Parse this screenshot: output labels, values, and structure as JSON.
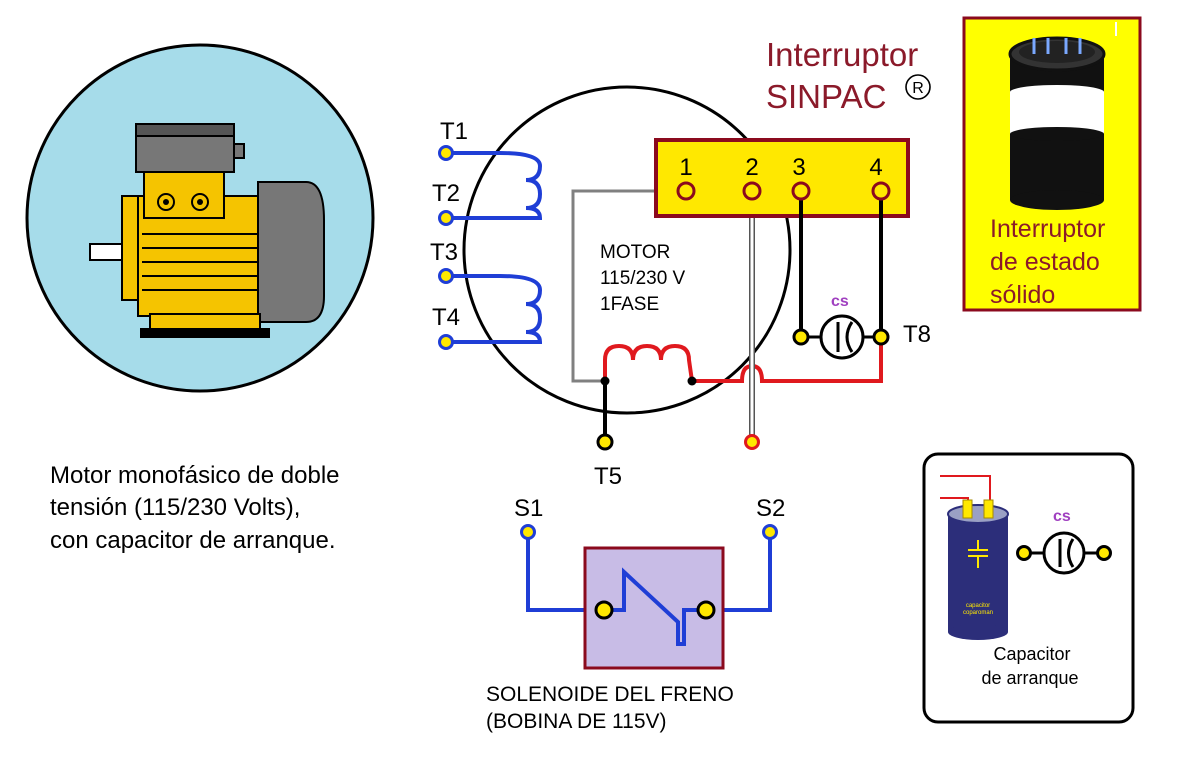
{
  "motor_description": {
    "line1": "Motor monofásico de doble",
    "line2": "tensión (115/230 Volts),",
    "line3": "con capacitor de arranque."
  },
  "terminals": {
    "t1": "T1",
    "t2": "T2",
    "t3": "T3",
    "t4": "T4",
    "t5": "T5",
    "t8": "T8",
    "s1": "S1",
    "s2": "S2"
  },
  "motor_label": {
    "line1": "MOTOR",
    "line2": "115/230 V",
    "line3": "1FASE"
  },
  "switch": {
    "title_line1": "Interruptor",
    "title_line2": "SINPAC",
    "registered_mark": "R",
    "terminals": [
      "1",
      "2",
      "3",
      "4"
    ]
  },
  "solid_state": {
    "line1": "Interruptor",
    "line2": "de estado",
    "line3": "sólido"
  },
  "capacitor_symbol": "cs",
  "capacitor_box": {
    "line1": "Capacitor",
    "line2": "de arranque",
    "can_label1": "capacitor",
    "can_label2": "coparoman"
  },
  "solenoid": {
    "line1": "SOLENOIDE DEL FRENO",
    "line2": "(BOBINA DE 115V)"
  },
  "colors": {
    "blue_wire": "#1f3ed6",
    "red_wire": "#e0191e",
    "gray_wire": "#808080",
    "terminal_yellow": "#ffe800",
    "switch_border": "#8b0a1e",
    "title_red": "#8b1a2a",
    "motor_bg": "#a6dcea",
    "solenoid_fill": "#c8bce6"
  },
  "icons": [
    "electric-motor-icon",
    "solid-state-switch-icon",
    "capacitor-can-icon",
    "capacitor-symbol-icon",
    "coil-icon"
  ]
}
